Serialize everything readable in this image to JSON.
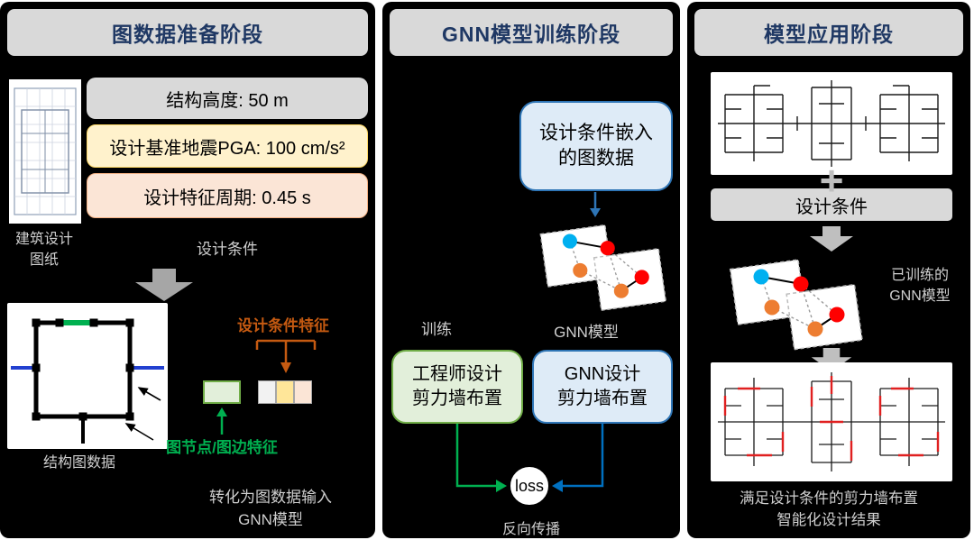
{
  "colors": {
    "header_text": "#1f3864",
    "header_bg": "#d9d9d9",
    "gray_box": "#d9d9d9",
    "yellow_box": "#fff2cc",
    "peach_box": "#fbe5d6",
    "blue_fill": "#deebf7",
    "blue_border": "#2e75b6",
    "green_fill": "#e2efda",
    "green_border": "#70ad47",
    "brown_text": "#c55a11",
    "green_accent": "#00b050",
    "node_blue": "#00b0f0",
    "node_red": "#ff0000",
    "node_orange": "#ed7d31"
  },
  "panels": {
    "left": {
      "header": "图数据准备阶段",
      "thumb_caption_line1": "建筑设计",
      "thumb_caption_line2": "图纸",
      "condition_boxes": [
        "结构高度: 50 m",
        "设计基准地震PGA: 100 cm/s²",
        "设计特征周期: 0.45 s"
      ],
      "conditions_caption": "设计条件",
      "graph_caption": "结构图数据",
      "feature_title": "设计条件特征",
      "node_feature_label": "图节点/图边特征",
      "bottom_line1": "转化为图数据输入",
      "bottom_line2": "GNN模型"
    },
    "middle": {
      "header": "GNN模型训练阶段",
      "input_box": {
        "line1": "设计条件嵌入",
        "line2": "的图数据"
      },
      "train_label": "训练",
      "model_label": "GNN模型",
      "engineer_box": {
        "line1": "工程师设计",
        "line2": "剪力墙布置"
      },
      "gnn_box": {
        "line1": "GNN设计",
        "line2": "剪力墙布置"
      },
      "loss_label": "loss",
      "bottom_label": "反向传播"
    },
    "right": {
      "header": "模型应用阶段",
      "plus_sign": "+",
      "condition_box": "设计条件",
      "trained_model_line1": "已训练的",
      "trained_model_line2": "GNN模型",
      "bottom_line1": "满足设计条件的剪力墙布置",
      "bottom_line2": "智能化设计结果"
    }
  }
}
